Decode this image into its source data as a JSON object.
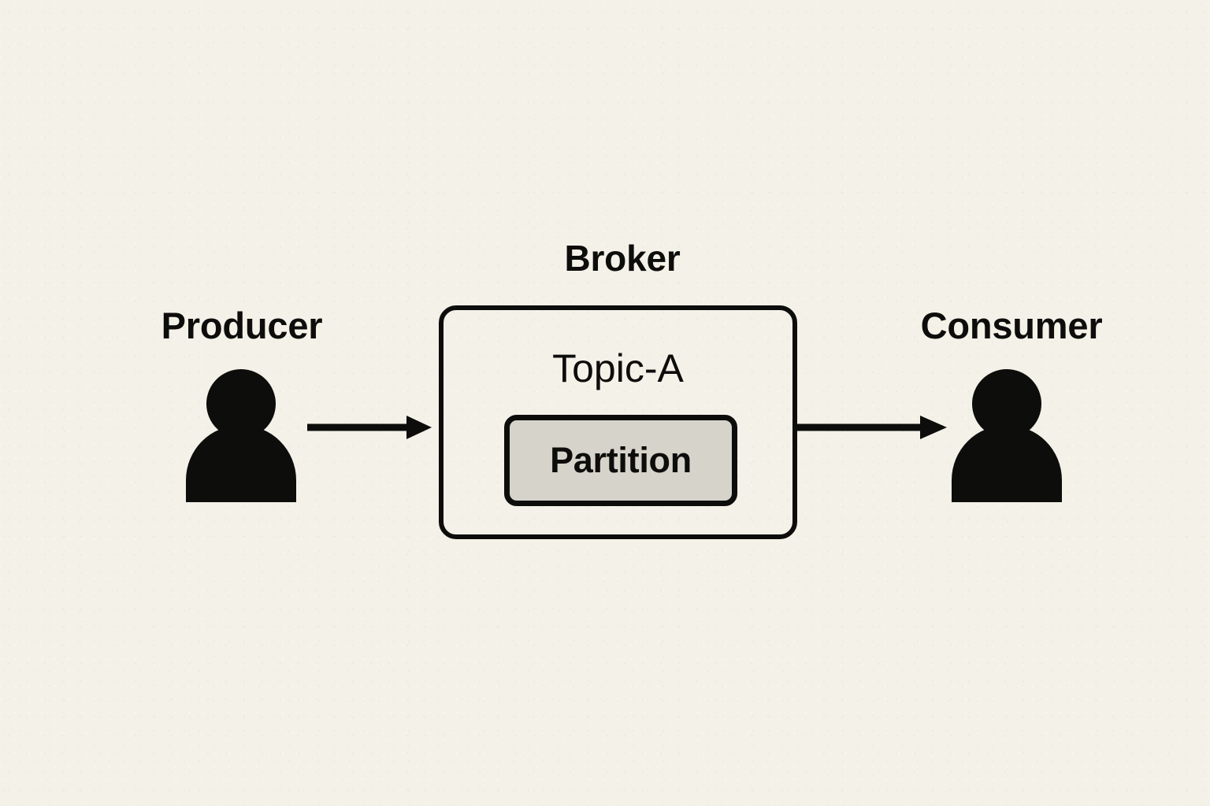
{
  "diagram": {
    "title": "Kafka producer broker consumer flow",
    "background_color": "#f4f1e8",
    "stroke_color": "#0d0d0b",
    "partition_fill_color": "#d6d3cb",
    "nodes": {
      "producer": {
        "label": "Producer",
        "icon": "person-icon"
      },
      "broker": {
        "label": "Broker",
        "topic_label": "Topic-A",
        "partition_label": "Partition"
      },
      "consumer": {
        "label": "Consumer",
        "icon": "person-icon"
      }
    },
    "edges": [
      {
        "name": "producer-to-broker",
        "from": "Producer",
        "to": "Broker",
        "direction": "right"
      },
      {
        "name": "broker-to-consumer",
        "from": "Broker",
        "to": "Consumer",
        "direction": "right"
      }
    ]
  }
}
